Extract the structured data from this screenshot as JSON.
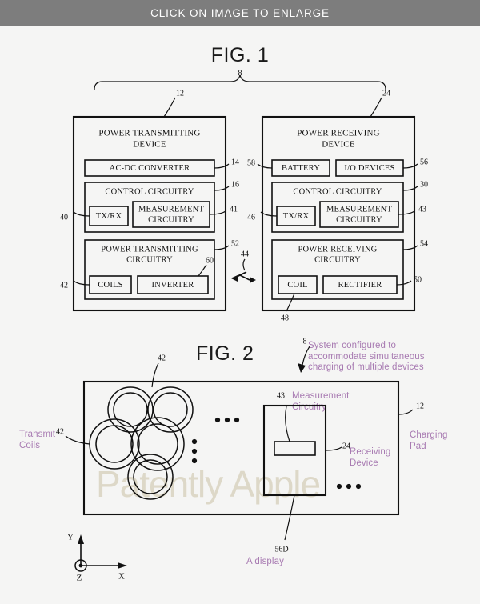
{
  "banner": {
    "label": "CLICK ON IMAGE TO ENLARGE"
  },
  "figures": {
    "fig1": {
      "title": "FIG. 1",
      "system_ref": "8",
      "transmitter": {
        "ref": "12",
        "title_line1": "POWER TRANSMITTING",
        "title_line2": "DEVICE",
        "blocks": [
          {
            "label": "AC-DC CONVERTER",
            "ref": "14"
          },
          {
            "label": "CONTROL CIRCUITRY",
            "ref": "16"
          },
          {
            "label": "TX/RX",
            "ref": "40"
          },
          {
            "label_line1": "MEASUREMENT",
            "label_line2": "CIRCUITRY",
            "ref": "41"
          },
          {
            "label_line1": "POWER TRANSMITTING",
            "label_line2": "CIRCUITRY",
            "ref": "52"
          },
          {
            "label": "COILS",
            "ref": "42"
          },
          {
            "label": "INVERTER",
            "ref": "60"
          }
        ]
      },
      "link": {
        "ref": "44"
      },
      "receiver": {
        "ref": "24",
        "title_line1": "POWER RECEIVING",
        "title_line2": "DEVICE",
        "blocks": [
          {
            "label": "BATTERY",
            "ref": "58"
          },
          {
            "label": "I/O DEVICES",
            "ref": "56"
          },
          {
            "label": "CONTROL CIRCUITRY",
            "ref": "30"
          },
          {
            "label": "TX/RX",
            "ref": "46"
          },
          {
            "label_line1": "MEASUREMENT",
            "label_line2": "CIRCUITRY",
            "ref": "43"
          },
          {
            "label_line1": "POWER RECEIVING",
            "label_line2": "CIRCUITRY",
            "ref": "54"
          },
          {
            "label": "COIL",
            "ref": "48"
          },
          {
            "label": "RECTIFIER",
            "ref": "50"
          }
        ]
      }
    },
    "fig2": {
      "title": "FIG. 2",
      "annotations": [
        {
          "ref": "8",
          "text_line1": "System configured to",
          "text_line2": "accommodate simultaneous",
          "text_line3": "charging of multiple devices"
        },
        {
          "ref": "43",
          "text_line1": "Measurement",
          "text_line2": "Circuitry"
        },
        {
          "ref": "42",
          "text_line1": "Transmit",
          "text_line2": "Coils"
        },
        {
          "ref": "24",
          "text_line1": "Receiving",
          "text_line2": "Device"
        },
        {
          "ref": "12",
          "text_line1": "Charging",
          "text_line2": "Pad"
        },
        {
          "ref": "56D",
          "text_line1": "A display"
        }
      ],
      "coil_ref": "42",
      "axes": {
        "x": "X",
        "y": "Y",
        "z": "Z"
      }
    }
  },
  "watermark": {
    "text": "Patently Apple"
  },
  "colors": {
    "banner_bg": "#7d7d7d",
    "page_bg": "#f5f5f4",
    "ink": "#111111",
    "annotation": "#a87bb2",
    "watermark": "#ddd8c8"
  }
}
